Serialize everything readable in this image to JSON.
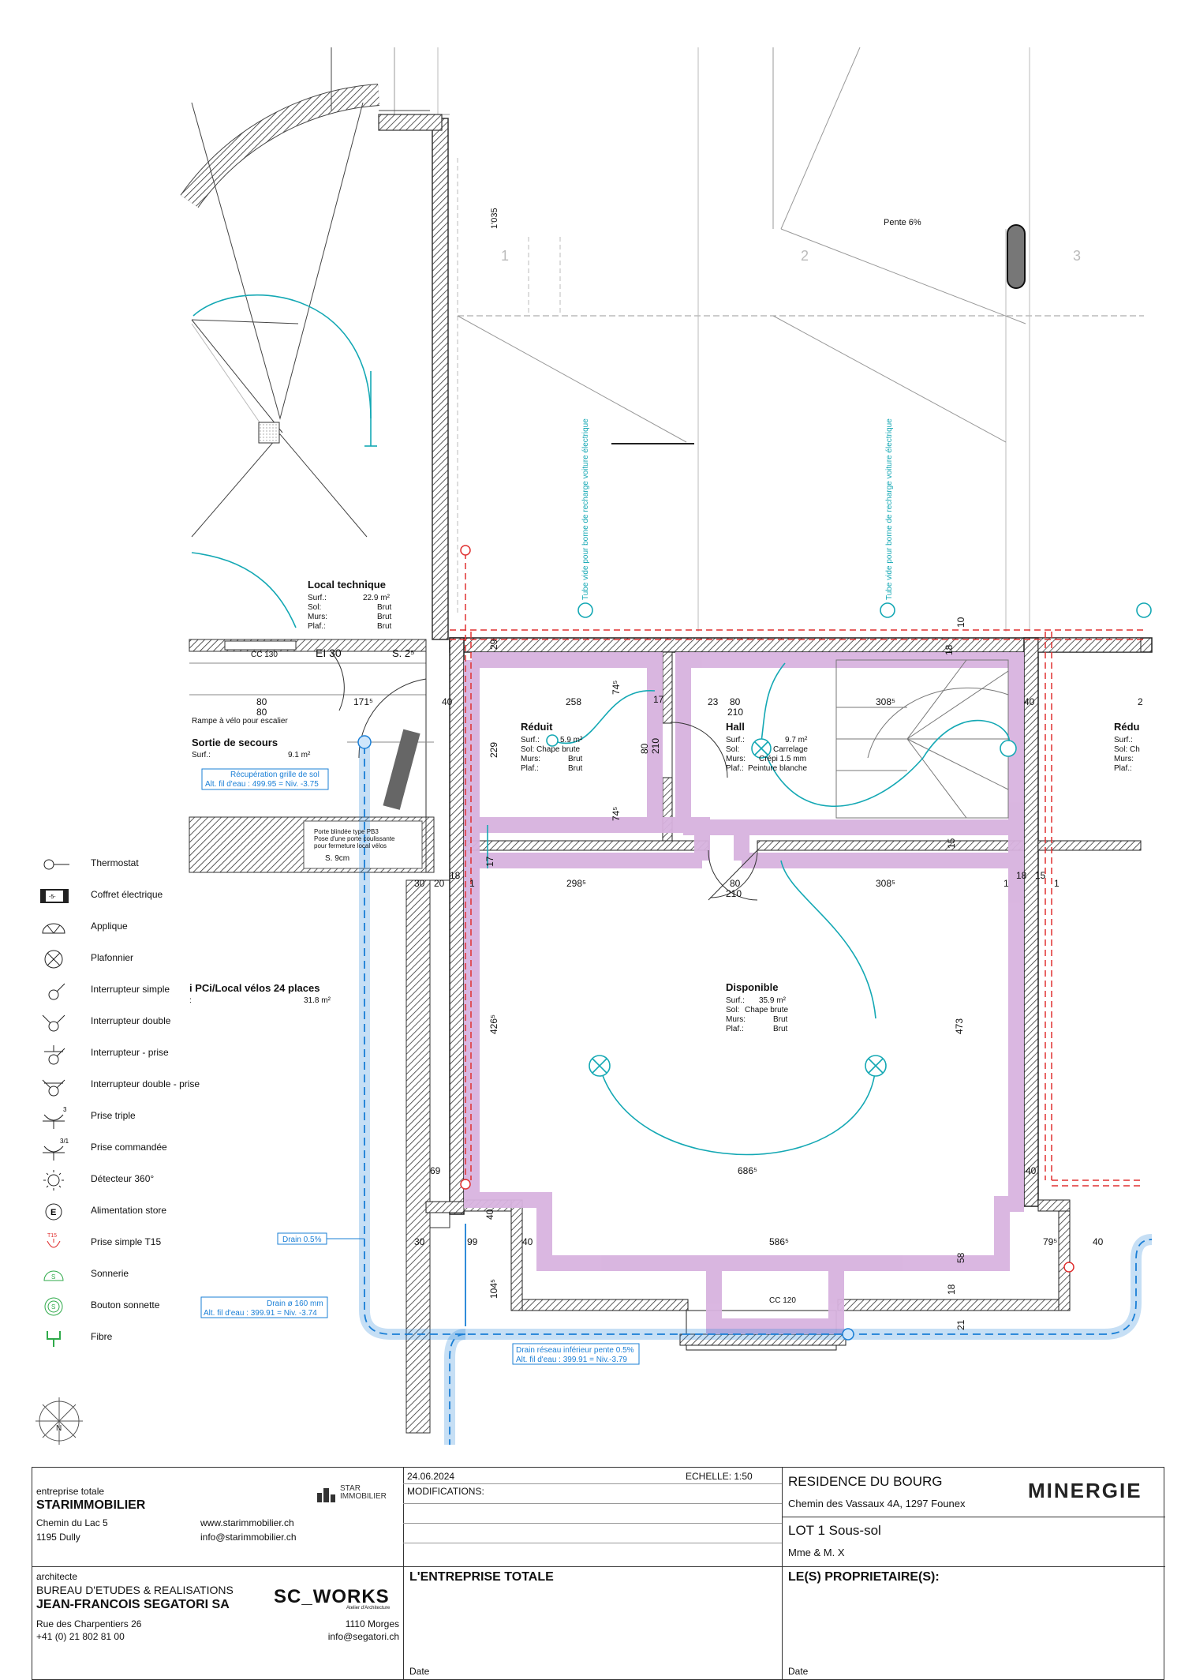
{
  "plan": {
    "rooms": {
      "local_technique": {
        "name": "Local technique",
        "surf_label": "Surf.:",
        "surf": "22.9 m²",
        "sol_label": "Sol:",
        "sol": "Brut",
        "murs_label": "Murs:",
        "murs": "Brut",
        "plaf_label": "Plaf.:",
        "plaf": "Brut"
      },
      "reduit": {
        "name": "Réduit",
        "surf_label": "Surf.:",
        "surf": "5.9 m²",
        "sol_label": "Sol:",
        "sol": "Chape brute",
        "murs_label": "Murs:",
        "murs": "Brut",
        "plaf_label": "Plaf.:",
        "plaf": "Brut"
      },
      "hall": {
        "name": "Hall",
        "surf_label": "Surf.:",
        "surf": "9.7 m²",
        "sol_label": "Sol:",
        "sol": "Carrelage",
        "murs_label": "Murs:",
        "murs": "Crépi 1.5 mm",
        "plaf_label": "Plaf.:",
        "plaf": "Peinture blanche"
      },
      "disponible": {
        "name": "Disponible",
        "surf_label": "Surf.:",
        "surf": "35.9 m²",
        "sol_label": "Sol:",
        "sol": "Chape brute",
        "murs_label": "Murs:",
        "murs": "Brut",
        "plaf_label": "Plaf.:",
        "plaf": "Brut"
      },
      "sortie": {
        "name": "Sortie de secours",
        "surf_label": "Surf.:",
        "surf": "9.1 m²"
      },
      "abri": {
        "name": "i PCi/Local vélos 24 places",
        "surf_label": ":",
        "surf": "31.8 m²"
      },
      "reduit_right": {
        "name": "Rédu",
        "l1": "Surf.:",
        "l2": "Sol: Ch",
        "l3": "Murs:",
        "l4": "Plaf.:"
      }
    },
    "labels": {
      "pente": "Pente 6%",
      "col1": "1",
      "col2": "2",
      "col3": "3",
      "dim_1035": "1'035",
      "tube1": "Tube vide pour borne de recharge voiture électrique",
      "tube2": "Tube vide pour borne de recharge voiture électrique",
      "cc130": "CC 130",
      "ei30": "EI 30",
      "s25": "S. 2⁵",
      "rampe": "Rampe à vélo pour escalier",
      "recup1": "Récupération grille de sol",
      "recup2": "Alt. fil d'eau : 499.95  = Niv. -3.75",
      "porte1": "Porte blindée type PB3",
      "porte2": "Pose d'une porte coulissante",
      "porte3": "pour fermeture local vélos",
      "s9": "S. 9cm",
      "drain05": "Drain 0.5%",
      "drain160a": "Drain ø 160 mm",
      "drain160b": "Alt. fil d'eau : 399.91  = Niv. -3.74",
      "drain_inf1": "Drain réseau inférieur pente 0.5%",
      "drain_inf2": "Alt. fil d'eau : 399.91  = Niv.-3.79",
      "cc120": "CC 120"
    },
    "dims": {
      "d80a": "80",
      "d80b": "80",
      "d171": "171⁵",
      "d40a": "40",
      "d258": "258",
      "d23": "23",
      "d80c": "80",
      "d210a": "210",
      "d308a": "308⁵",
      "d40b": "40",
      "d2": "2",
      "d29": "29",
      "d18a": "18",
      "d10": "10",
      "d74a": "74⁵",
      "d74b": "74⁵",
      "d229": "229",
      "d80v": "80",
      "d210v": "210",
      "d17a": "17",
      "d17b": "17",
      "d30a": "30",
      "d20": "20",
      "d18b": "18",
      "d1a": "1",
      "d298": "298⁵",
      "d80d": "80",
      "d210b": "210",
      "d308b": "308⁵",
      "d1b": "1",
      "d18c": "18",
      "d15a": "15",
      "d1c": "1",
      "d15b": "15",
      "d426": "426⁵",
      "d473": "473",
      "d686": "686⁵",
      "d69": "69",
      "d40c": "40",
      "d40d": "40",
      "d30b": "30",
      "d99": "99",
      "d40e": "40",
      "d586": "586⁵",
      "d79": "79⁵",
      "d40f": "40",
      "d58": "58",
      "d18d": "18",
      "d21": "21",
      "d104": "104⁵"
    }
  },
  "legend": [
    {
      "label": "Thermostat",
      "icon": "thermostat-icon"
    },
    {
      "label": "Coffret électrique",
      "icon": "electrical-box-icon"
    },
    {
      "label": "Applique",
      "icon": "wall-light-icon"
    },
    {
      "label": "Plafonnier",
      "icon": "ceiling-light-icon"
    },
    {
      "label": "Interrupteur simple",
      "icon": "single-switch-icon"
    },
    {
      "label": "Interrupteur double",
      "icon": "double-switch-icon"
    },
    {
      "label": "Interrupteur - prise",
      "icon": "switch-socket-icon"
    },
    {
      "label": "Interrupteur double - prise",
      "icon": "double-switch-socket-icon"
    },
    {
      "label": "Prise triple",
      "icon": "triple-socket-icon",
      "tag": "3"
    },
    {
      "label": "Prise commandée",
      "icon": "controlled-socket-icon",
      "tag": "3/1"
    },
    {
      "label": "Détecteur 360°",
      "icon": "detector-icon"
    },
    {
      "label": "Alimentation store",
      "icon": "blind-power-icon",
      "tag": "E"
    },
    {
      "label": "Prise simple T15",
      "icon": "socket-t15-icon",
      "tag": "T15"
    },
    {
      "label": "Sonnerie",
      "icon": "bell-icon",
      "tag": "S"
    },
    {
      "label": "Bouton sonnette",
      "icon": "doorbell-button-icon",
      "tag": "S"
    },
    {
      "label": "Fibre",
      "icon": "fiber-icon"
    }
  ],
  "north": "N",
  "titleblock": {
    "et_role": "entreprise totale",
    "et_name": "STARIMMOBILIER",
    "et_addr1": "Chemin du Lac 5",
    "et_addr2": "1195  Dully",
    "et_web": "www.starimmobilier.ch",
    "et_mail": "info@starimmobilier.ch",
    "et_logo": "STAR IMMOBILIER",
    "arch_role": "architecte",
    "arch_name1": "BUREAU D'ETUDES & REALISATIONS",
    "arch_name2": "JEAN-FRANCOIS SEGATORI SA",
    "arch_addr1": "Rue des Charpentiers 26",
    "arch_phone": "+41 (0) 21 802 81 00",
    "arch_city": "1110 Morges",
    "arch_mail": "info@segatori.ch",
    "arch_logo": "SC_WORKS",
    "arch_logo_sub": "Atelier d'Architecture",
    "date": "24.06.2024",
    "echelle": "ECHELLE: 1:50",
    "modifications": "MODIFICATIONS:",
    "project": "RESIDENCE DU BOURG",
    "project_addr": "Chemin des Vassaux 4A, 1297 Founex",
    "minergie": "MINERGIE",
    "lot": "LOT 1 Sous-sol",
    "owner": "Mme & M. X",
    "et_sign": "L'ENTREPRISE TOTALE",
    "prop_sign": "LE(S) PROPRIETAIRE(S):",
    "date_label1": "Date",
    "date_label2": "Date"
  }
}
